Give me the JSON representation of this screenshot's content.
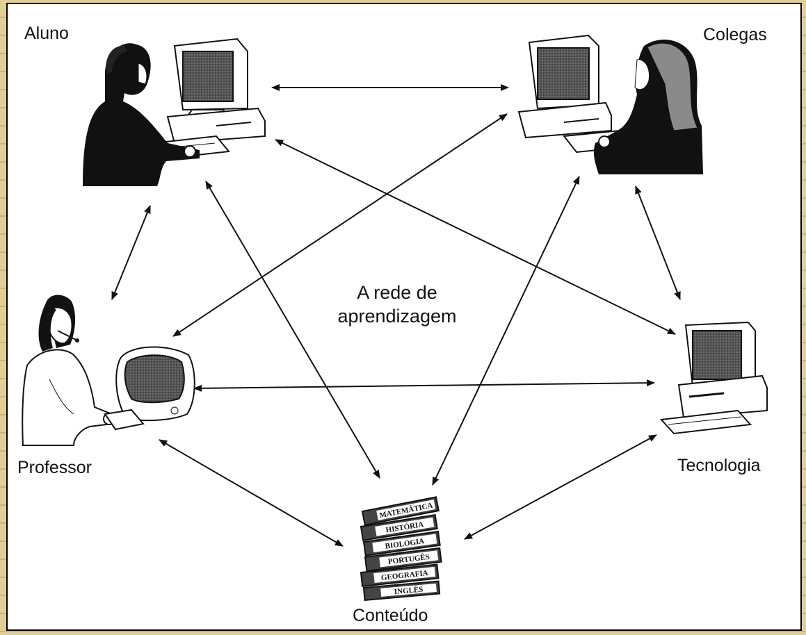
{
  "title": {
    "line1": "A rede de",
    "line2": "aprendizagem"
  },
  "nodes": {
    "aluno": "Aluno",
    "colegas": "Colegas",
    "professor": "Professor",
    "tecnologia": "Tecnologia",
    "conteudo": "Conteúdo"
  },
  "books": [
    "MATEMÁTICA",
    "HISTÓRIA",
    "BIOLOGIA",
    "PORTUGÊS",
    "GEOGRAFIA",
    "INGLÊS"
  ],
  "colors": {
    "frame": "#000000",
    "background": "#d8c48a",
    "ink": "#111111"
  }
}
